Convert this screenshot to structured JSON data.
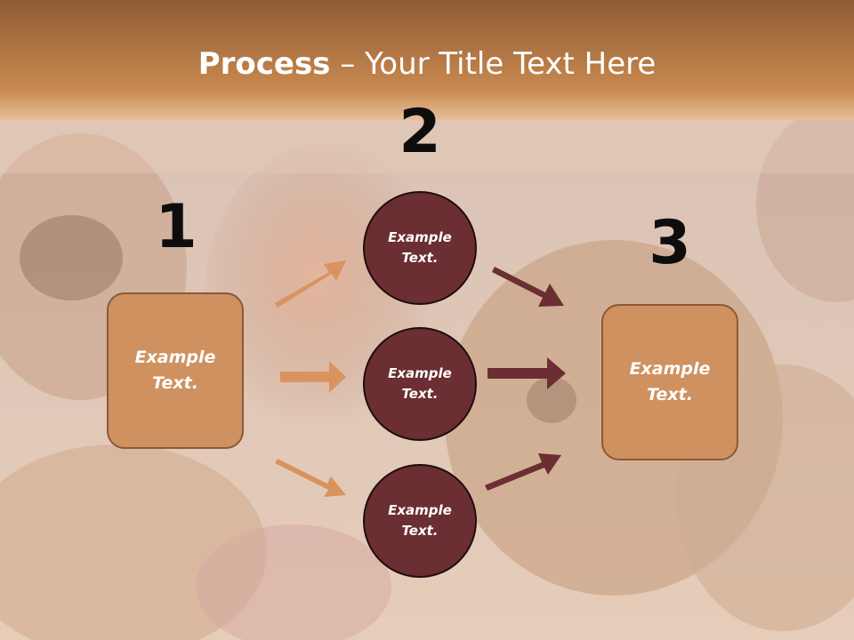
{
  "title": {
    "bold": "Process",
    "rest": " – Your Title Text Here"
  },
  "steps": {
    "one": "1",
    "two": "2",
    "three": "3"
  },
  "boxes": {
    "left": {
      "label": "Example\nText."
    },
    "right": {
      "label": "Example\nText."
    }
  },
  "circles": [
    {
      "label": "Example\nText."
    },
    {
      "label": "Example\nText."
    },
    {
      "label": "Example\nText."
    }
  ],
  "colors": {
    "header": "#b97a4c",
    "box_fill": "#cf915f",
    "circle_fill": "#6b2e32",
    "arrow_light": "#d8935e",
    "arrow_dark": "#6b2e32"
  }
}
